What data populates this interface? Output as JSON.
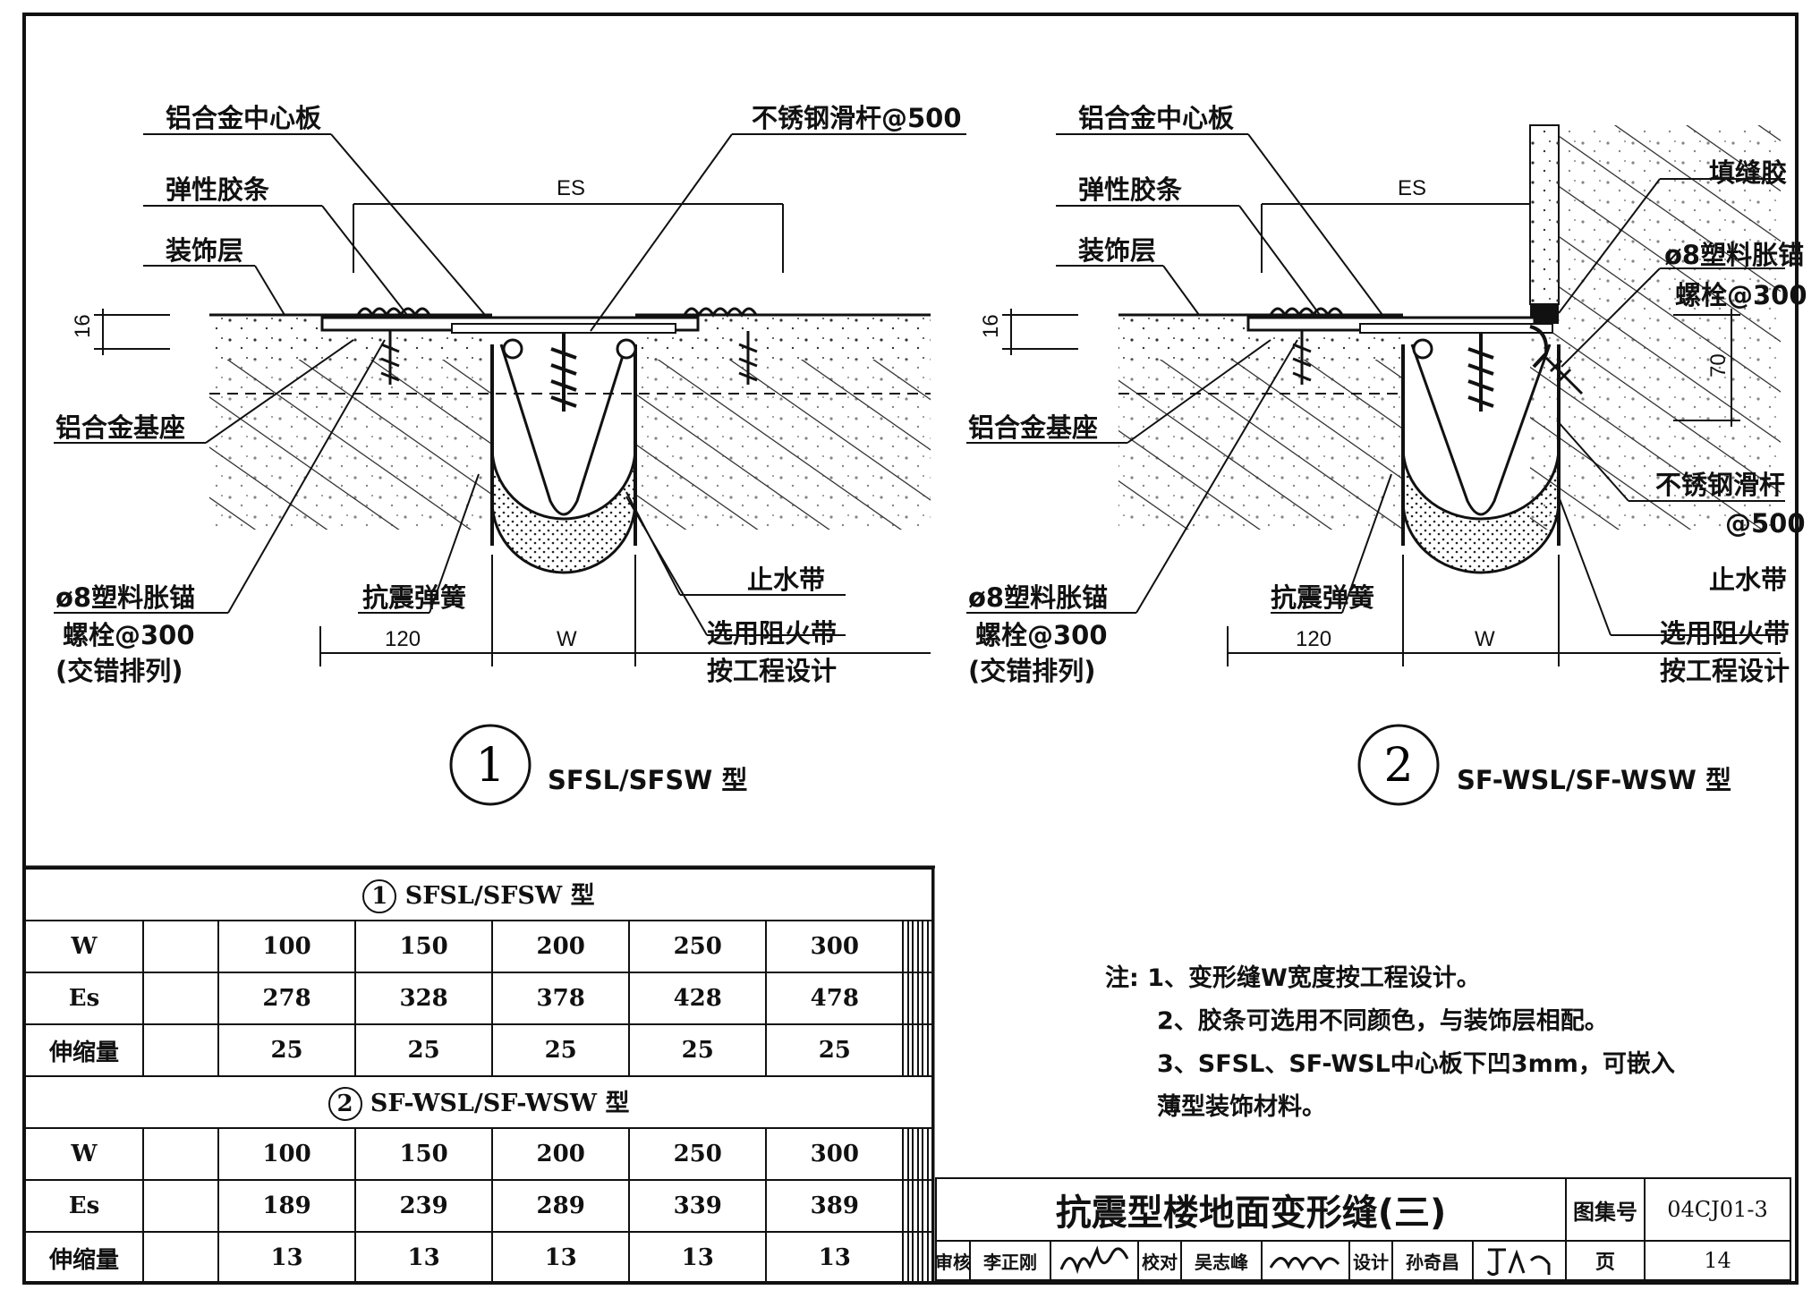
{
  "diagram1": {
    "number": "1",
    "type_label": "SFSL/SFSW 型",
    "labels": {
      "center_plate": "铝合金中心板",
      "stainless_rod": "不锈钢滑杆@500",
      "elastic_strip": "弹性胶条",
      "finish_layer": "装饰层",
      "alloy_base": "铝合金基座",
      "anchor_line1": "ø8塑料胀锚",
      "anchor_line2": "螺栓@300",
      "anchor_line3": "(交错排列)",
      "seismic_spring": "抗震弹簧",
      "waterstop": "止水带",
      "firestop_line1": "选用阻火带",
      "firestop_line2": "按工程设计"
    },
    "dims": {
      "es": "ES",
      "thickness": "16",
      "base_width": "120",
      "gap": "W"
    }
  },
  "diagram2": {
    "number": "2",
    "type_label": "SF-WSL/SF-WSW 型",
    "labels": {
      "center_plate": "铝合金中心板",
      "sealant": "填缝胶",
      "elastic_strip": "弹性胶条",
      "finish_layer": "装饰层",
      "anchor_r_line1": "ø8塑料胀锚",
      "anchor_r_line2": "螺栓@300",
      "alloy_base": "铝合金基座",
      "rod_line1": "不锈钢滑杆",
      "rod_line2": "@500",
      "waterstop": "止水带",
      "anchor_line1": "ø8塑料胀锚",
      "anchor_line2": "螺栓@300",
      "anchor_line3": "(交错排列)",
      "seismic_spring": "抗震弹簧",
      "firestop_line1": "选用阻火带",
      "firestop_line2": "按工程设计"
    },
    "dims": {
      "es": "ES",
      "thickness": "16",
      "height": "70",
      "base_width": "120",
      "gap": "W"
    }
  },
  "table": {
    "section1_title": "SFSL/SFSW 型",
    "section1_number": "1",
    "section1_rows": [
      {
        "name": "W",
        "values": [
          "100",
          "150",
          "200",
          "250",
          "300"
        ]
      },
      {
        "name": "Es",
        "values": [
          "278",
          "328",
          "378",
          "428",
          "478"
        ]
      },
      {
        "name": "伸缩量",
        "values": [
          "25",
          "25",
          "25",
          "25",
          "25"
        ]
      }
    ],
    "section2_title": "SF-WSL/SF-WSW 型",
    "section2_number": "2",
    "section2_rows": [
      {
        "name": "W",
        "values": [
          "100",
          "150",
          "200",
          "250",
          "300"
        ]
      },
      {
        "name": "Es",
        "values": [
          "189",
          "239",
          "289",
          "339",
          "389"
        ]
      },
      {
        "name": "伸缩量",
        "values": [
          "13",
          "13",
          "13",
          "13",
          "13"
        ]
      }
    ]
  },
  "notes": {
    "line1": "注: 1、变形缝W宽度按工程设计。",
    "line2": "2、胶条可选用不同颜色，与装饰层相配。",
    "line3": "3、SFSL、SF-WSL中心板下凹3mm，可嵌入",
    "line4": "薄型装饰材料。"
  },
  "title_block": {
    "title": "抗震型楼地面变形缝(三)",
    "atlas_label": "图集号",
    "atlas_no": "04CJ01-3",
    "review_label": "审核",
    "reviewer": "李正刚",
    "check_label": "校对",
    "checker": "吴志峰",
    "design_label": "设计",
    "designer": "孙奇昌",
    "page_label": "页",
    "page_no": "14"
  }
}
